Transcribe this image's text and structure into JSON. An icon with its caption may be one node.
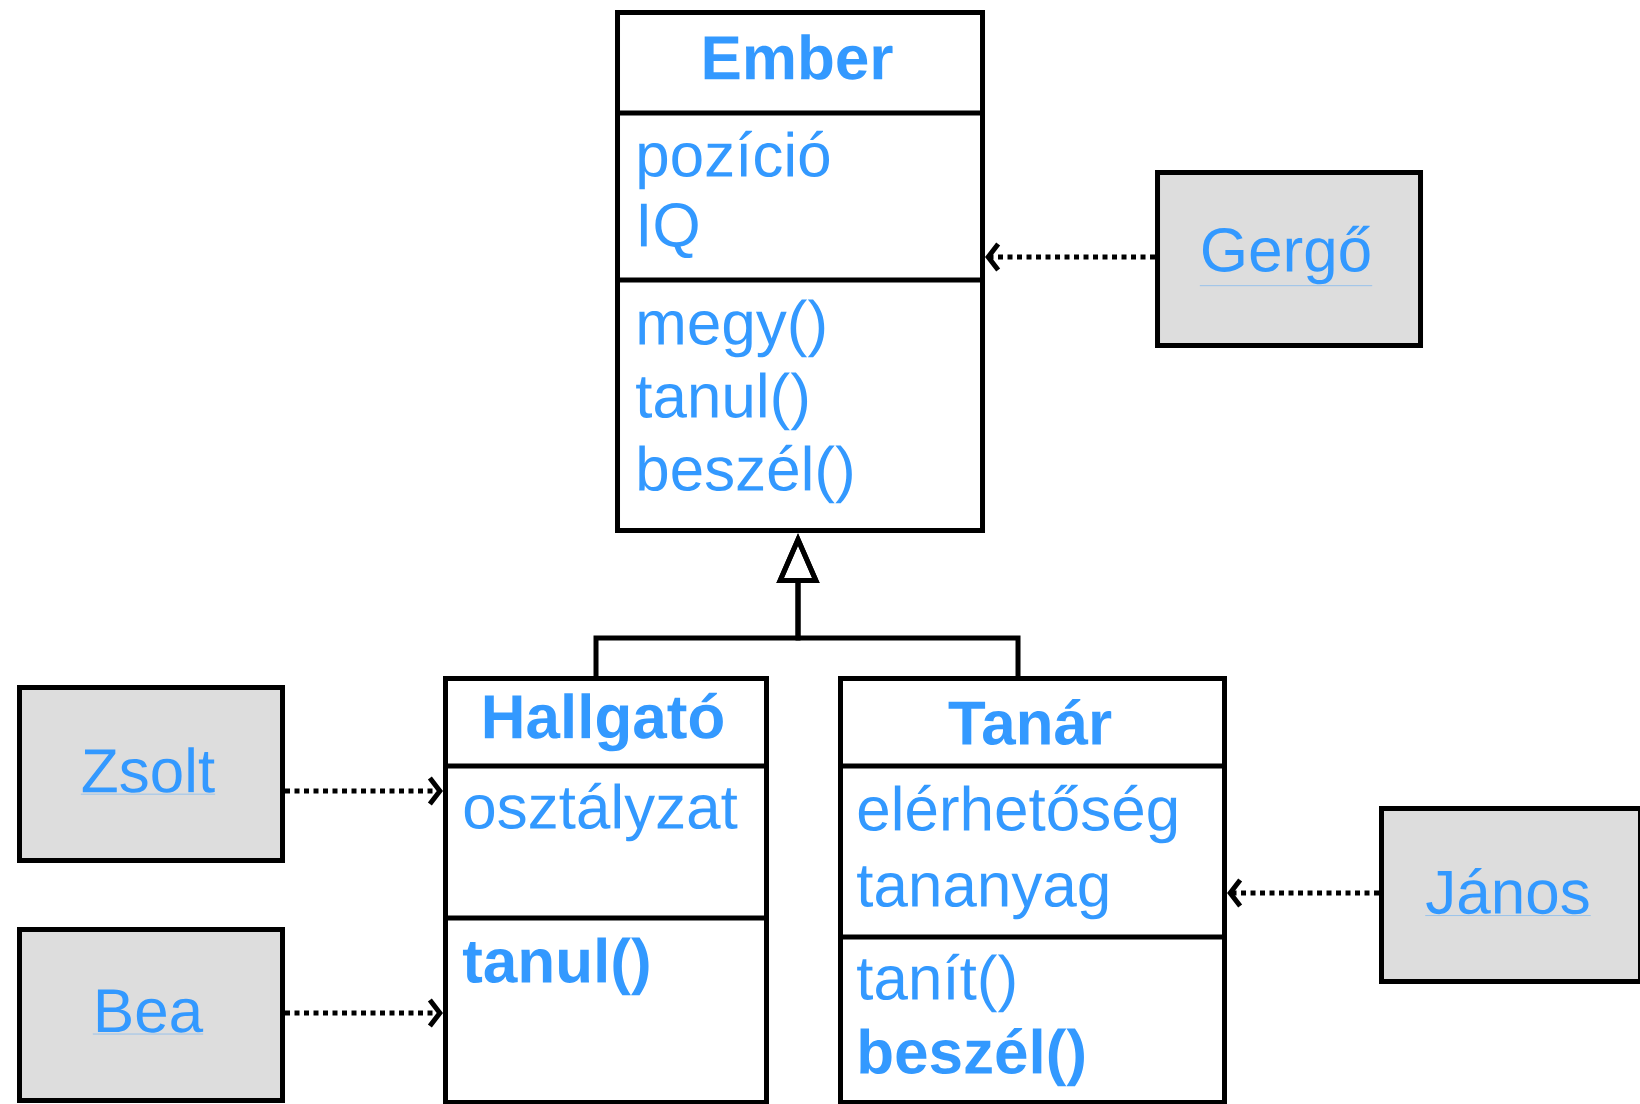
{
  "diagram": {
    "nodes": [
      {
        "text": [
          "Ember",
          "pozíció",
          "IQ",
          "megy()",
          "tanul()",
          "beszél()"
        ]
      },
      {
        "text": [
          "Gergő"
        ]
      },
      {
        "text": [
          "Zsolt"
        ]
      },
      {
        "text": [
          "Hallgató",
          "osztályzat",
          "**tanul()**"
        ]
      },
      {
        "text": [
          "Tanár",
          "elérhetőség",
          "tananyag",
          "tanít()",
          "**beszél()**"
        ]
      },
      {
        "text": [
          "János"
        ]
      },
      {
        "text": [
          "Bea"
        ]
      }
    ],
    "edges": [
      {
        "from": 1,
        "to": 0,
        "arrow": "to",
        "style": "dashed"
      },
      {
        "from": 2,
        "to": 3,
        "arrow": "to",
        "style": "dashed"
      },
      {
        "from": 6,
        "to": 3,
        "arrow": "to",
        "style": "dashed"
      },
      {
        "from": 5,
        "to": 4,
        "arrow": "to",
        "style": "dashed"
      },
      {
        "from": 3,
        "to": 0,
        "arrow": "to"
      },
      {
        "from": 4,
        "to": 0,
        "arrow": "to"
      }
    ]
  }
}
